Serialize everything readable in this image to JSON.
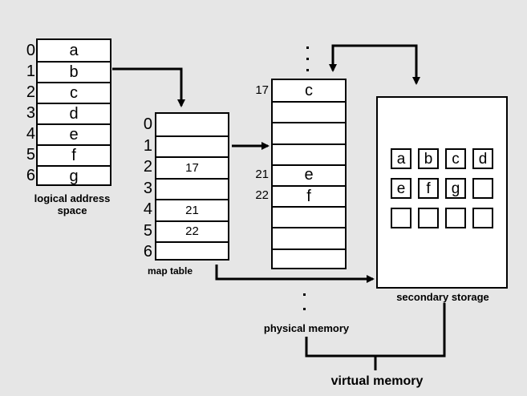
{
  "logical_address_space": {
    "indices": [
      "0",
      "1",
      "2",
      "3",
      "4",
      "5",
      "6"
    ],
    "entries": [
      "a",
      "b",
      "c",
      "d",
      "e",
      "f",
      "g"
    ],
    "label_line1": "logical address",
    "label_line2": "space"
  },
  "map_table": {
    "indices": [
      "0",
      "1",
      "2",
      "3",
      "4",
      "5",
      "6"
    ],
    "entries": [
      "",
      "",
      "17",
      "",
      "21",
      "22",
      ""
    ],
    "label": "map table"
  },
  "physical_memory": {
    "frame_labels": [
      "17",
      "",
      "",
      "",
      "21",
      "22",
      "",
      "",
      ""
    ],
    "entries": [
      "c",
      "",
      "",
      "",
      "e",
      "f",
      "",
      "",
      ""
    ],
    "label": "physical memory"
  },
  "secondary_storage": {
    "rows": [
      [
        "a",
        "b",
        "c",
        "d"
      ],
      [
        "e",
        "f",
        "g",
        ""
      ],
      [
        "",
        "",
        "",
        ""
      ]
    ],
    "label": "secondary storage"
  },
  "virtual_memory_label": "virtual memory"
}
